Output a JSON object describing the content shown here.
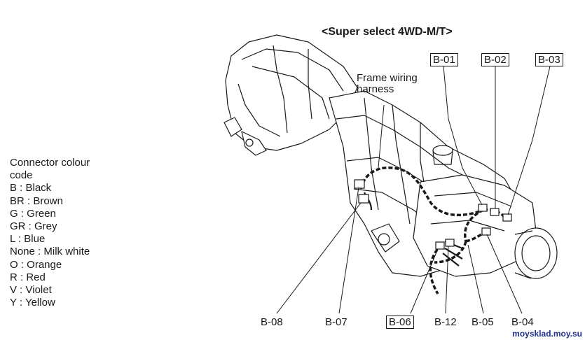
{
  "title": "<Super select 4WD-M/T>",
  "harness_label": "Frame wiring harness",
  "legend": {
    "heading": "Connector colour code",
    "items": [
      "B : Black",
      "BR : Brown",
      "G : Green",
      "GR : Grey",
      "L : Blue",
      "None : Milk white",
      "O : Orange",
      "R : Red",
      "V : Violet",
      "Y : Yellow"
    ]
  },
  "connectors": {
    "b01": "B-01",
    "b02": "B-02",
    "b03": "B-03",
    "b04": "B-04",
    "b05": "B-05",
    "b06": "B-06",
    "b07": "B-07",
    "b08": "B-08",
    "b12": "B-12"
  },
  "watermark": "moysklad.moy.su",
  "colors": {
    "ink": "#1a1a1a",
    "watermark": "#1f2f8a"
  }
}
